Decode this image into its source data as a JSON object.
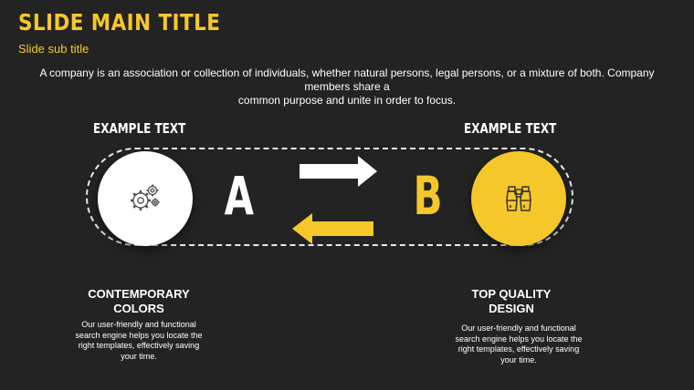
{
  "slide": {
    "title": "SLIDE MAIN TITLE",
    "subtitle": "Slide sub title",
    "description_line1": "A company is an association or collection of individuals, whether natural persons, legal persons, or a mixture of both. Company members share a",
    "description_line2": "common purpose and unite in order to focus."
  },
  "diagram": {
    "left_label": "EXAMPLE TEXT",
    "right_label": "EXAMPLE TEXT",
    "left_letter": "A",
    "right_letter": "B",
    "left_icon": "gears-icon",
    "right_icon": "binoculars-icon"
  },
  "features": [
    {
      "title_line1": "CONTEMPORARY",
      "title_line2": "COLORS",
      "text_line1": "Our user-friendly and functional",
      "text_line2": "search engine helps you locate the",
      "text_line3": "right templates, effectively saving",
      "text_line4": "your time."
    },
    {
      "title_line1": "TOP QUALITY",
      "title_line2": "DESIGN",
      "text_line1": "Our user-friendly and functional",
      "text_line2": "search engine helps you locate the",
      "text_line3": "right templates, effectively  saving",
      "text_line4": "your time."
    }
  ],
  "colors": {
    "background": "#232323",
    "accent": "#f6c72b",
    "white": "#ffffff"
  }
}
